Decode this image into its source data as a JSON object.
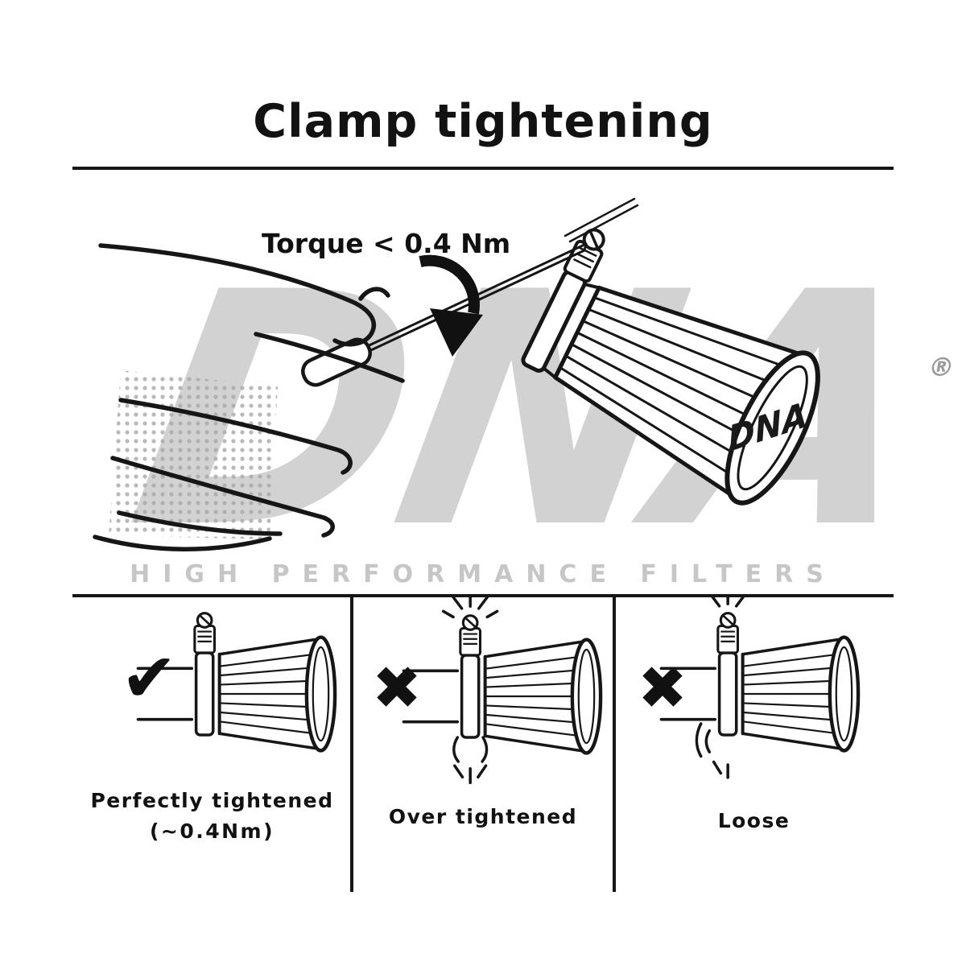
{
  "title": "Clamp tightening",
  "main": {
    "torque_label": "Torque < 0.4 Nm",
    "cap_logo": "DNA"
  },
  "watermark": {
    "logo": "DNA",
    "reg": "®",
    "tagline": "HIGH PERFORMANCE FILTERS"
  },
  "panels": [
    {
      "mark": "✔",
      "label": "Perfectly tightened",
      "sublabel": "(~0.4Nm)"
    },
    {
      "mark": "✖",
      "label": "Over tightened"
    },
    {
      "mark": "✖",
      "label": "Loose"
    }
  ],
  "colors": {
    "ink": "#161616",
    "watermark_gray": "#d2d2d2"
  }
}
